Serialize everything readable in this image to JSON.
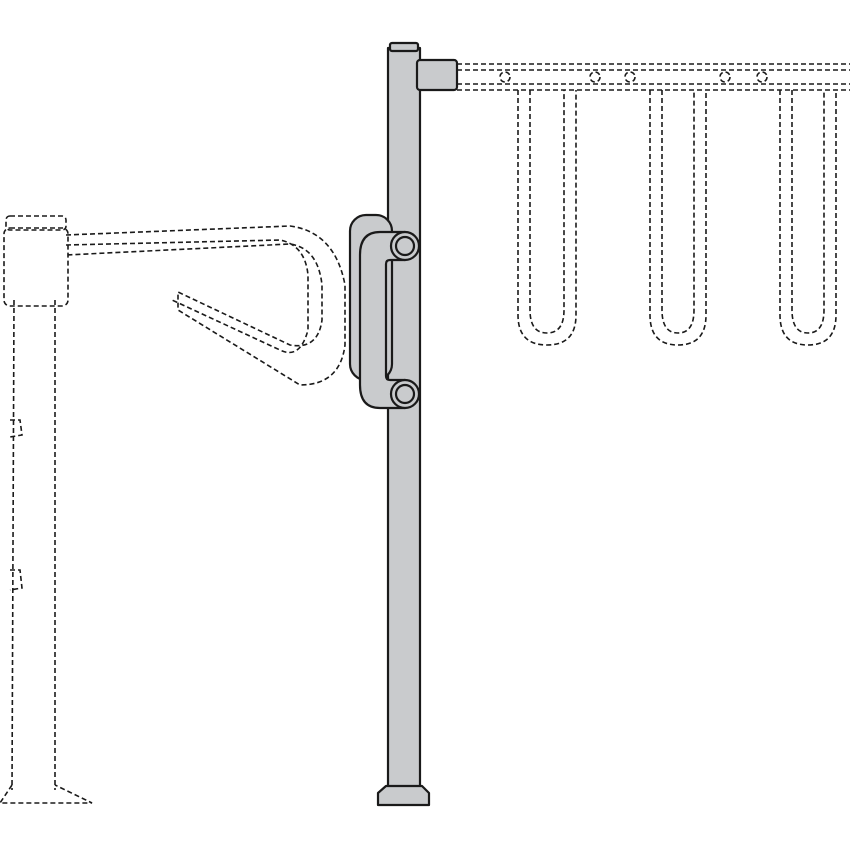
{
  "colors": {
    "background": "#ffffff",
    "pole_fill": "#c9cbcd",
    "outline": "#1a1a1a"
  },
  "icons": [
    "support-pole",
    "grab-handle",
    "hanging-hook-rail",
    "swing-arm-post"
  ]
}
